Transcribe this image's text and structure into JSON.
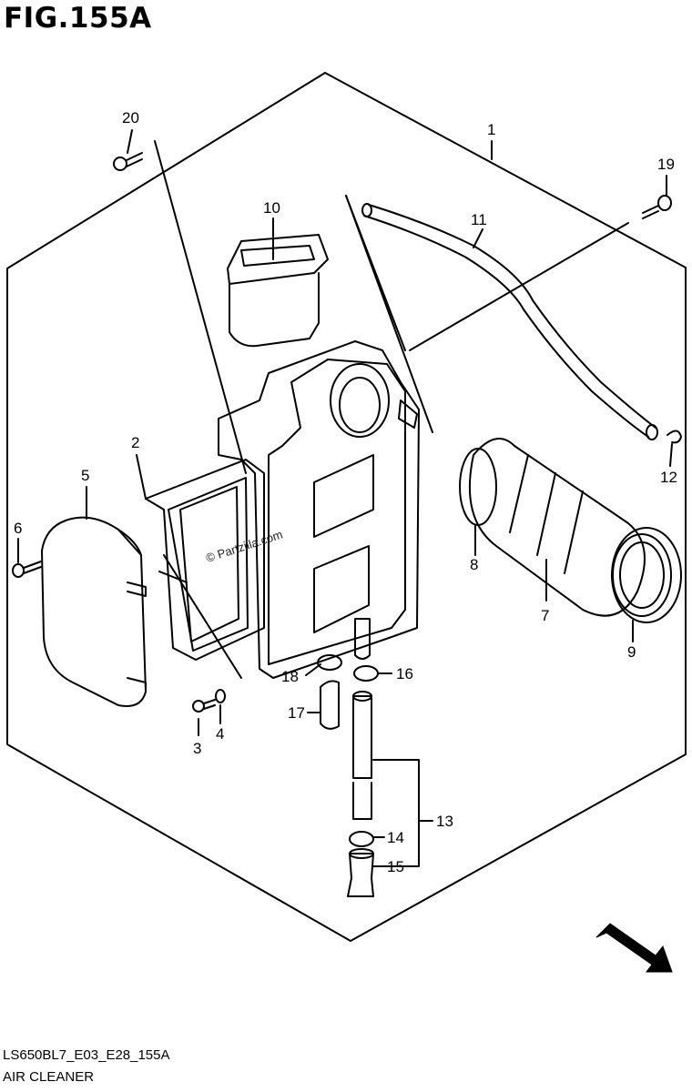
{
  "figure": {
    "title": "FIG.155A",
    "code": "LS650BL7_E03_E28_155A",
    "name": "AIR CLEANER",
    "watermark": "© Partzilla.com",
    "fwd_label": "FWD"
  },
  "callouts": [
    {
      "id": "c1",
      "text": "1"
    },
    {
      "id": "c2",
      "text": "2"
    },
    {
      "id": "c3",
      "text": "3"
    },
    {
      "id": "c4",
      "text": "4"
    },
    {
      "id": "c5",
      "text": "5"
    },
    {
      "id": "c6",
      "text": "6"
    },
    {
      "id": "c7",
      "text": "7"
    },
    {
      "id": "c8",
      "text": "8"
    },
    {
      "id": "c9",
      "text": "9"
    },
    {
      "id": "c10",
      "text": "10"
    },
    {
      "id": "c11",
      "text": "11"
    },
    {
      "id": "c12",
      "text": "12"
    },
    {
      "id": "c13",
      "text": "13"
    },
    {
      "id": "c14",
      "text": "14"
    },
    {
      "id": "c15",
      "text": "15"
    },
    {
      "id": "c16",
      "text": "16"
    },
    {
      "id": "c17",
      "text": "17"
    },
    {
      "id": "c18",
      "text": "18"
    },
    {
      "id": "c19",
      "text": "19"
    },
    {
      "id": "c20",
      "text": "20"
    }
  ]
}
